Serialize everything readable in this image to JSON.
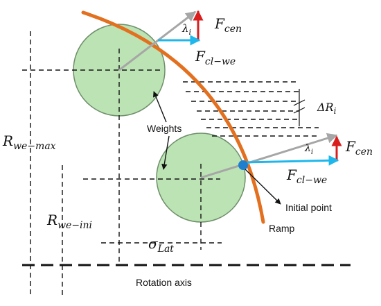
{
  "labels": {
    "f_cen_top": {
      "main": "F",
      "sub": "cen"
    },
    "f_clwe_top": {
      "main": "F",
      "sub": "cl−we"
    },
    "lambda_top": {
      "main": "λ",
      "sub": "i"
    },
    "f_cen_bottom": {
      "main": "F",
      "sub": "cen"
    },
    "f_clwe_bottom": {
      "main": "F",
      "sub": "cl−we"
    },
    "lambda_bottom": {
      "main": "λ",
      "sub": "i"
    },
    "delta_r": {
      "main": "ΔR",
      "sub": "i"
    },
    "r_we_max": {
      "main": "R",
      "sub": "we−max"
    },
    "r_we_ini": {
      "main": "R",
      "sub": "we−ini"
    },
    "sigma_lat": {
      "main": "σ",
      "sub": "Lat"
    },
    "weights": "Weights",
    "initial_point": "Initial point",
    "ramp": "Ramp",
    "rotation_axis": "Rotation axis"
  },
  "colors": {
    "ramp": "#E2701F",
    "weight_fill": "#BCE3B4",
    "weight_stroke": "#6E8E6A",
    "centrifugal_arrow": "#D91E1E",
    "clamping_arrow": "#1EB7EC",
    "resultant_arrow": "#A6A6A6",
    "contact_point": "#1F7FCF",
    "lines": "#111111"
  }
}
